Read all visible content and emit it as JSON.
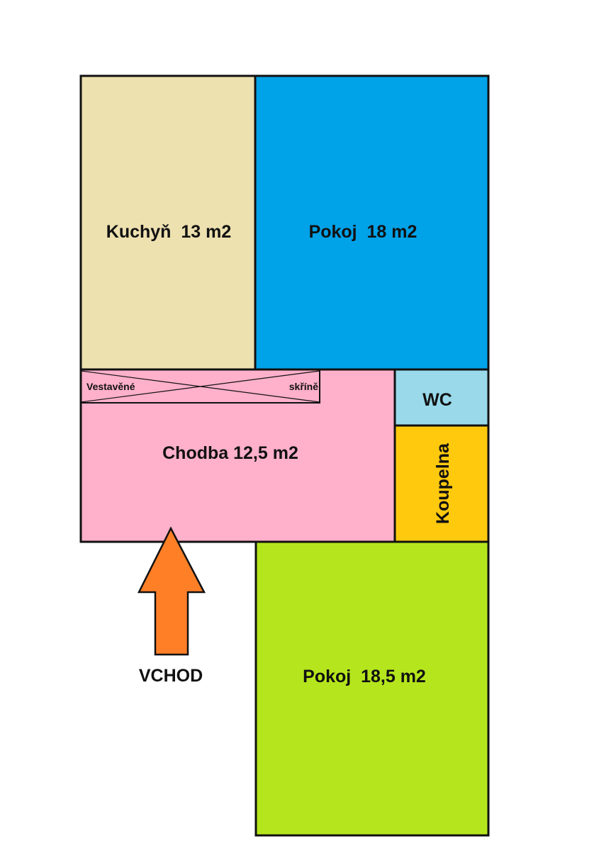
{
  "rooms": {
    "kitchen": {
      "label": "Kuchyň  13 m2",
      "color": "#EEE1B0"
    },
    "room_top": {
      "label": "Pokoj  18 m2",
      "color": "#00A2E8"
    },
    "hallway": {
      "label": "Chodba 12,5 m2",
      "color": "#FFB0CB"
    },
    "closet": {
      "label_left": "Vestavěné",
      "label_right": "skříně"
    },
    "wc": {
      "label": "WC",
      "color": "#99D9EA"
    },
    "bathroom": {
      "label": "Koupelna",
      "color": "#FFC90E"
    },
    "room_bottom": {
      "label": "Pokoj  18,5 m2",
      "color": "#B5E61D"
    }
  },
  "entrance": {
    "label": "VCHOD",
    "arrow_color": "#FF7F27"
  }
}
